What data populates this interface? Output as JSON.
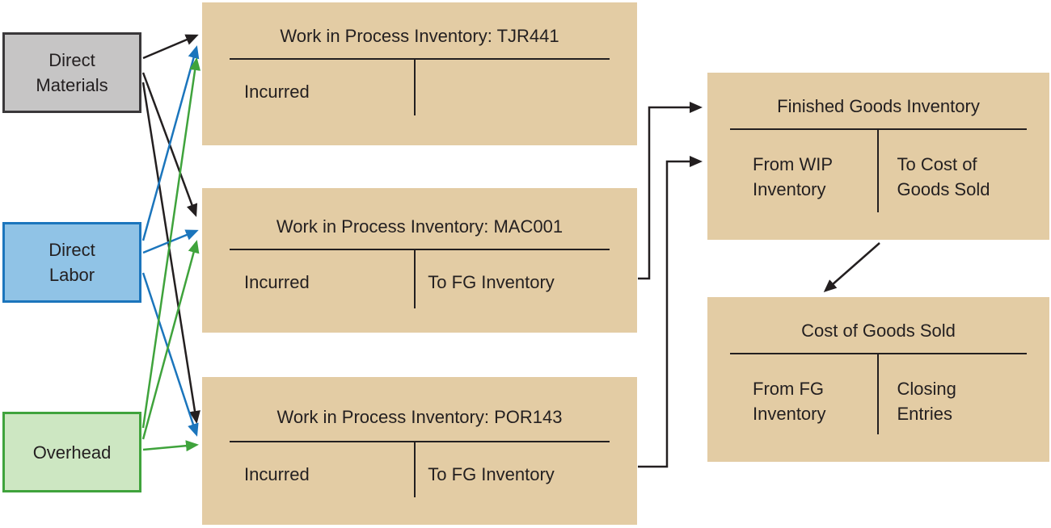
{
  "colors": {
    "account_box_fill": "#e3cca4",
    "text_and_lines": "#231f20",
    "direct_materials_fill": "#c6c5c5",
    "direct_materials_border": "#3a383a",
    "direct_labor_fill": "#90c3e6",
    "direct_labor_border": "#1b75bc",
    "overhead_fill": "#cde7c2",
    "overhead_border": "#3fa33c",
    "arrow_black": "#231f20",
    "arrow_blue": "#1b75bc",
    "arrow_green": "#3fa33c"
  },
  "sources": [
    {
      "id": "direct-materials",
      "label": "Direct\nMaterials"
    },
    {
      "id": "direct-labor",
      "label": "Direct\nLabor"
    },
    {
      "id": "overhead",
      "label": "Overhead"
    }
  ],
  "wip_accounts": [
    {
      "id": "tjr441",
      "title": "Work in Process Inventory: TJR441",
      "left_entry": "Incurred",
      "right_entry": ""
    },
    {
      "id": "mac001",
      "title": "Work in Process Inventory: MAC001",
      "left_entry": "Incurred",
      "right_entry": "To FG Inventory"
    },
    {
      "id": "por143",
      "title": "Work in Process Inventory: POR143",
      "left_entry": "Incurred",
      "right_entry": "To FG Inventory"
    }
  ],
  "finished_goods_account": {
    "title": "Finished Goods Inventory",
    "left_entry": "From WIP\nInventory",
    "right_entry": "To Cost of\nGoods Sold"
  },
  "cogs_account": {
    "title": "Cost of Goods Sold",
    "left_entry": "From FG\nInventory",
    "right_entry": "Closing\nEntries"
  },
  "flows": [
    {
      "from": "Direct Materials",
      "to": "Work in Process Inventory: TJR441",
      "color": "black"
    },
    {
      "from": "Direct Materials",
      "to": "Work in Process Inventory: MAC001",
      "color": "black"
    },
    {
      "from": "Direct Materials",
      "to": "Work in Process Inventory: POR143",
      "color": "black"
    },
    {
      "from": "Direct Labor",
      "to": "Work in Process Inventory: TJR441",
      "color": "blue"
    },
    {
      "from": "Direct Labor",
      "to": "Work in Process Inventory: MAC001",
      "color": "blue"
    },
    {
      "from": "Direct Labor",
      "to": "Work in Process Inventory: POR143",
      "color": "blue"
    },
    {
      "from": "Overhead",
      "to": "Work in Process Inventory: TJR441",
      "color": "green"
    },
    {
      "from": "Overhead",
      "to": "Work in Process Inventory: MAC001",
      "color": "green"
    },
    {
      "from": "Overhead",
      "to": "Work in Process Inventory: POR143",
      "color": "green"
    },
    {
      "from": "Work in Process Inventory: MAC001",
      "to": "Finished Goods Inventory",
      "color": "black"
    },
    {
      "from": "Work in Process Inventory: POR143",
      "to": "Finished Goods Inventory",
      "color": "black"
    },
    {
      "from": "Finished Goods Inventory",
      "to": "Cost of Goods Sold",
      "color": "black"
    }
  ]
}
